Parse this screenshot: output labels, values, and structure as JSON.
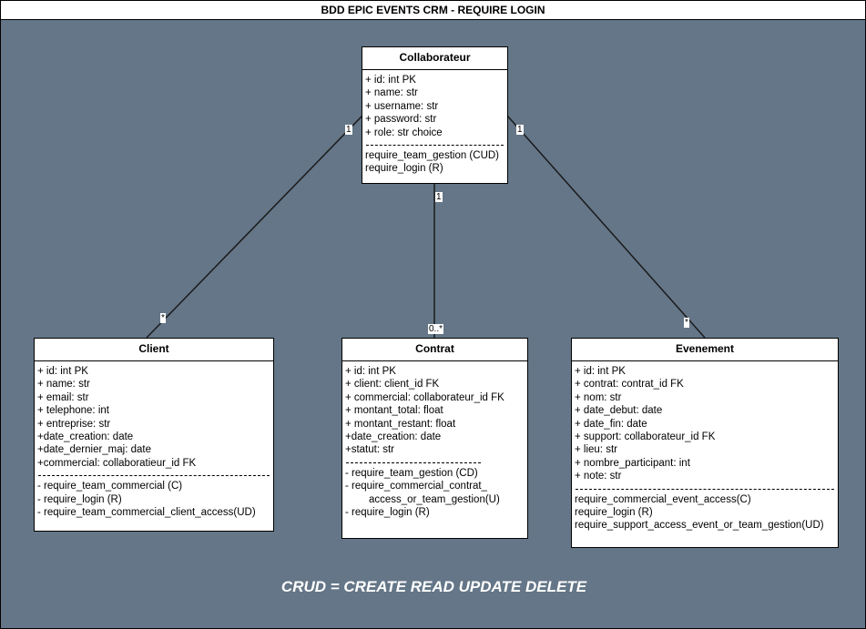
{
  "title": "BDD EPIC EVENTS CRM - REQUIRE LOGIN",
  "entities": {
    "collaborateur": {
      "name": "Collaborateur",
      "attributes": [
        "+ id: int PK",
        "+ name: str",
        "+ username: str",
        "+ password: str",
        "+ role: str choice"
      ],
      "methods": [
        "require_team_gestion (CUD)",
        "require_login (R)"
      ]
    },
    "client": {
      "name": "Client",
      "attributes": [
        "+ id: int PK",
        "+ name: str",
        "+ email: str",
        "+ telephone: int",
        "+ entreprise: str",
        "+date_creation: date",
        "+date_dernier_maj: date",
        "+commercial: collaboratieur_id FK"
      ],
      "methods": [
        "- require_team_commercial (C)",
        "- require_login (R)",
        "- require_team_commercial_client_access(UD)"
      ]
    },
    "contrat": {
      "name": "Contrat",
      "attributes": [
        "+ id: int PK",
        "+ client: client_id FK",
        "+ commercial: collaborateur_id FK",
        "+ montant_total: float",
        "+ montant_restant: float",
        "+date_creation: date",
        "+statut: str"
      ],
      "methods": [
        "- require_team_gestion (CD)",
        "- require_commercial_contrat_",
        "access_or_team_gestion(U)",
        "- require_login (R)"
      ]
    },
    "evenement": {
      "name": "Evenement",
      "attributes": [
        "+ id: int PK",
        "+ contrat: contrat_id FK",
        "+ nom: str",
        "+ date_debut: date",
        "+ date_fin: date",
        "+ support: collaborateur_id FK",
        "+ lieu: str",
        "+ nombre_participant: int",
        "+ note: str"
      ],
      "methods": [
        "require_commercial_event_access(C)",
        "require_login (R)",
        "require_support_access_event_or_team_gestion(UD)"
      ]
    }
  },
  "relations": {
    "collab_client": {
      "from": "1",
      "to": "*"
    },
    "collab_contrat": {
      "from": "1",
      "to": "0..*"
    },
    "collab_evenement": {
      "from": "1",
      "to": "*"
    }
  },
  "footer": "CRUD = CREATE READ UPDATE DELETE",
  "colors": {
    "canvas": "#647687",
    "box": "#ffffff",
    "line": "#1a1a1a",
    "footer_text": "#ffffff"
  }
}
